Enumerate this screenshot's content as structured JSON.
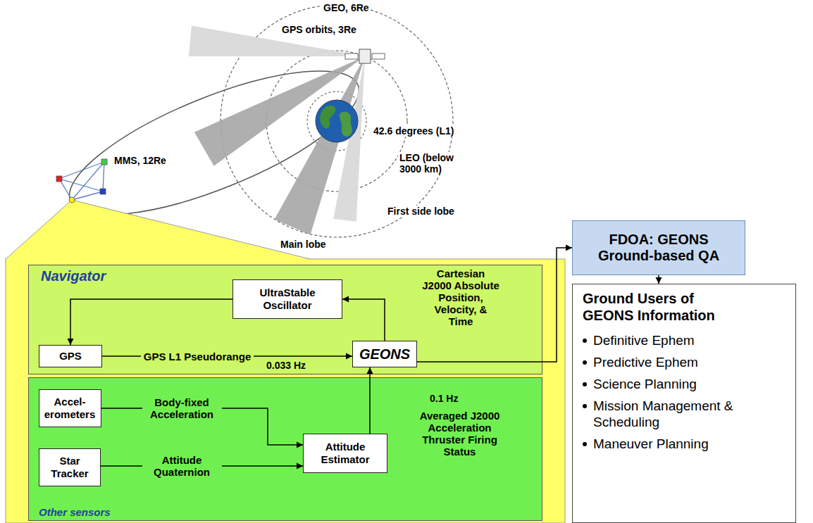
{
  "diagram": {
    "nodes": [
      {
        "text": [
          "Navigator"
        ]
      },
      {
        "text": [
          "UltraStable Oscillator"
        ],
        "in": 0
      },
      {
        "text": [
          "GPS"
        ],
        "in": 0
      },
      {
        "text": [
          "GEONS"
        ],
        "in": 0
      },
      {
        "text": [
          "Other sensors"
        ]
      },
      {
        "text": [
          "Accel- erometers"
        ],
        "in": 4
      },
      {
        "text": [
          "Star Tracker"
        ],
        "in": 4
      },
      {
        "text": [
          "Attitude Estimator"
        ],
        "in": 4
      },
      {
        "text": [
          "FDOA: GEONS Ground-based QA"
        ]
      },
      {
        "text": [
          "Ground Users of GEONS Information",
          "Definitive Ephem",
          "Predictive Ephem",
          "Science Planning",
          "Mission Management & Scheduling",
          "Maneuver Planning"
        ]
      }
    ],
    "edges": [
      {
        "from": 1,
        "to": 2,
        "arrow": "to"
      },
      {
        "from": 2,
        "to": 3,
        "label": "GPS L1 Pseudorange",
        "arrow": "to"
      },
      {
        "from": 3,
        "to": 1,
        "arrow": "to"
      },
      {
        "from": 3,
        "to": 8,
        "label": "Cartesian J2000 Absolute Position, Velocity, & Time",
        "arrow": "to"
      },
      {
        "from": 5,
        "to": 7,
        "label": "Body-fixed Acceleration",
        "arrow": "to"
      },
      {
        "from": 6,
        "to": 7,
        "label": "Attitude Quaternion",
        "arrow": "to"
      },
      {
        "from": 7,
        "to": 3,
        "label": "Averaged J2000 Acceleration Thruster Firing Status",
        "arrow": "to"
      },
      {
        "from": 8,
        "to": 9,
        "arrow": "to"
      }
    ],
    "labels": [
      "GEO, 6Re",
      "GPS orbits, 3Re",
      "42.6 degrees (L1)",
      "LEO (below 3000 km)",
      "MMS, 12Re",
      "First side lobe",
      "Main lobe",
      "0.033 Hz",
      "0.1 Hz"
    ]
  }
}
